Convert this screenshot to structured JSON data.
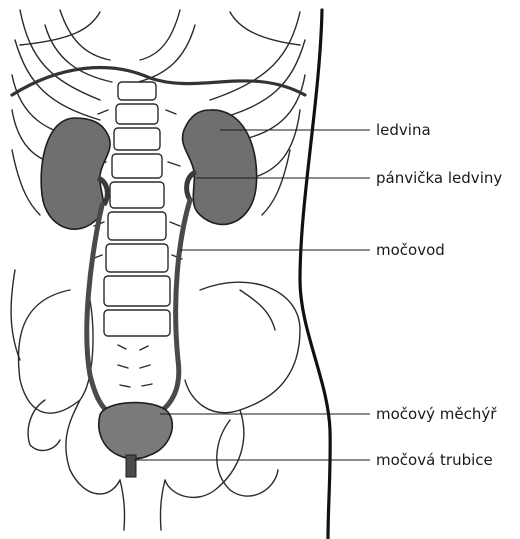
{
  "labels": {
    "kidney": "ledvina",
    "renal_pelvis": "pánvička ledviny",
    "ureter": "močovod",
    "bladder": "močový měchýř",
    "urethra": "močová trubice"
  },
  "colors": {
    "organ_fill": "#6f6f6f",
    "ureter_fill": "#4a4a4a",
    "line": "#1a1a1a",
    "background": "#ffffff"
  }
}
